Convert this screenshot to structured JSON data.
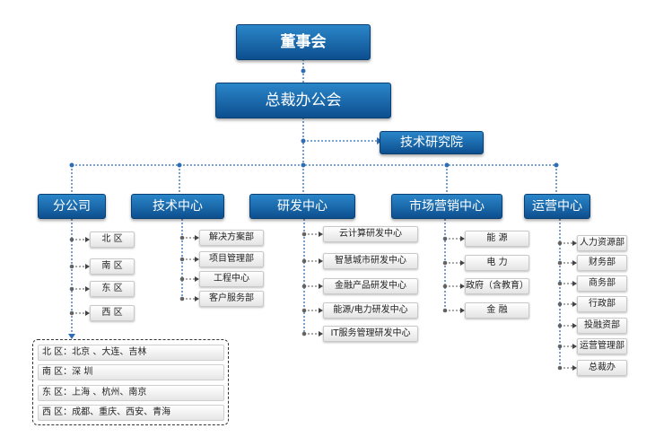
{
  "root": "董事会",
  "president": "总裁办公会",
  "institute": "技术研究院",
  "branches": [
    {
      "title": "分公司",
      "items": [
        "北  区",
        "南  区",
        "东  区",
        "西  区"
      ]
    },
    {
      "title": "技术中心",
      "items": [
        "解决方案部",
        "项目管理部",
        "工程中心",
        "客户服务部"
      ]
    },
    {
      "title": "研发中心",
      "items": [
        "云计算研发中心",
        "智慧城市研发中心",
        "金融产品研发中心",
        "能源/电力研发中心",
        "IT服务管理研发中心"
      ]
    },
    {
      "title": "市场营销中心",
      "items": [
        "能    源",
        "电    力",
        "政府（含教育）",
        "金    融"
      ]
    },
    {
      "title": "运营中心",
      "items": [
        "人力资源部",
        "财务部",
        "商务部",
        "行政部",
        "投融资部",
        "运营管理部",
        "总裁办"
      ]
    }
  ],
  "regions": [
    "北 区：北京 、大连、吉林",
    "南 区：深 圳",
    "东 区：上海 、杭州、南京",
    "西 区：成都、重庆、西安、青海"
  ],
  "colors": {
    "node_top": "#2a86c9",
    "node_bottom": "#0d4f8f",
    "connector": "#2e6db4"
  }
}
